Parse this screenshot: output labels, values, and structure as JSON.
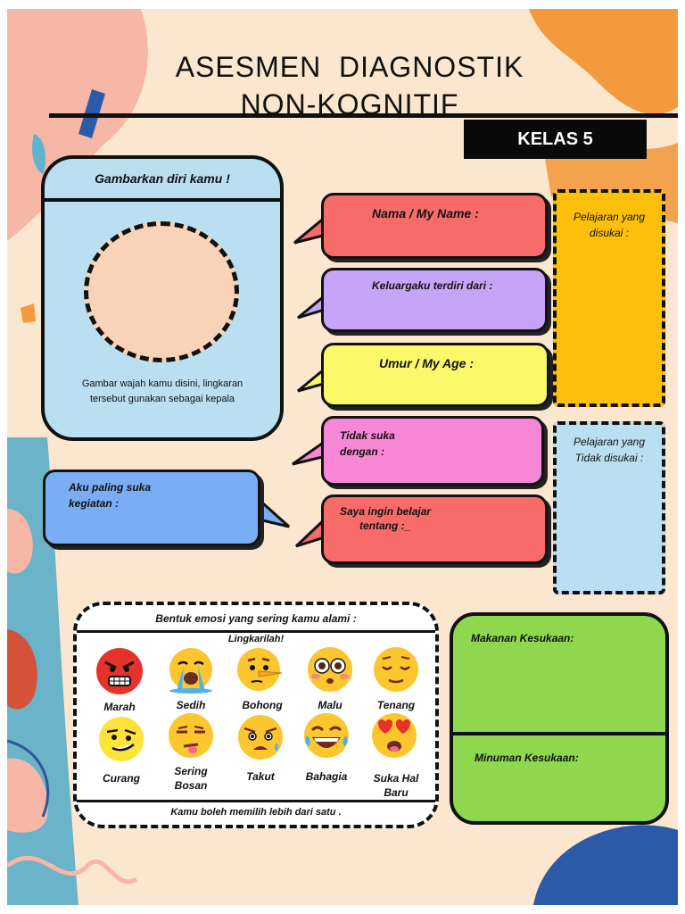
{
  "title": {
    "line1": "ASESMEN  DIAGNOSTIK",
    "line2": "NON-KOGNITIF"
  },
  "class_badge": "KELAS 5",
  "self_portrait": {
    "heading": "Gambarkan diri kamu !",
    "instruction_line1": "Gambar wajah kamu disini, lingkaran",
    "instruction_line2": "tersebut gunakan sebagai kepala"
  },
  "bubbles": {
    "name": "Nama / My Name :",
    "family": "Keluargaku terdiri dari :",
    "age": "Umur / My Age :",
    "dislike_line1": "Tidak suka",
    "dislike_line2": "dengan :",
    "learn_line1": "Saya ingin belajar",
    "learn_line2": "tentang :_",
    "activity_line1": "Aku paling suka",
    "activity_line2": "kegiatan :"
  },
  "subjects": {
    "liked_line1": "Pelajaran yang",
    "liked_line2": "disukai :",
    "disliked_line1": "Pelajaran yang",
    "disliked_line2": "Tidak disukai :"
  },
  "emotions": {
    "heading": "Bentuk emosi yang sering kamu alami :",
    "subheading": "Lingkarilah!",
    "footer": "Kamu boleh memilih lebih dari satu .",
    "items": [
      {
        "label": "Marah",
        "icon": "angry-face-icon"
      },
      {
        "label": "Sedih",
        "icon": "crying-face-icon"
      },
      {
        "label": "Bohong",
        "icon": "lying-face-icon"
      },
      {
        "label": "Malu",
        "icon": "flushed-face-icon"
      },
      {
        "label": "Tenang",
        "icon": "relieved-face-icon"
      },
      {
        "label": "Curang",
        "icon": "smirking-face-icon"
      },
      {
        "label_line1": "Sering",
        "label_line2": "Bosan",
        "icon": "bored-face-icon"
      },
      {
        "label": "Takut",
        "icon": "fearful-face-icon"
      },
      {
        "label": "Bahagia",
        "icon": "laughing-face-icon"
      },
      {
        "label_line1": "Suka Hal",
        "label_line2": "Baru",
        "icon": "heart-eyes-face-icon"
      }
    ]
  },
  "food": {
    "favorite_food": "Makanan Kesukaan:",
    "favorite_drink": "Minuman Kesukaan:"
  },
  "colors": {
    "background": "#fbe7cf",
    "name_bubble": "#f86b6b",
    "family_bubble": "#c6a4f8",
    "age_bubble": "#fbf86a",
    "dislike_bubble": "#f887d8",
    "learn_bubble": "#f86b6b",
    "activity_bubble": "#79aef5",
    "portrait_panel": "#b9dff0",
    "portrait_circle": "#f9d3b7",
    "liked_subject": "#fbbf0c",
    "disliked_subject": "#b9dff0",
    "food_panel": "#8fd84d"
  }
}
